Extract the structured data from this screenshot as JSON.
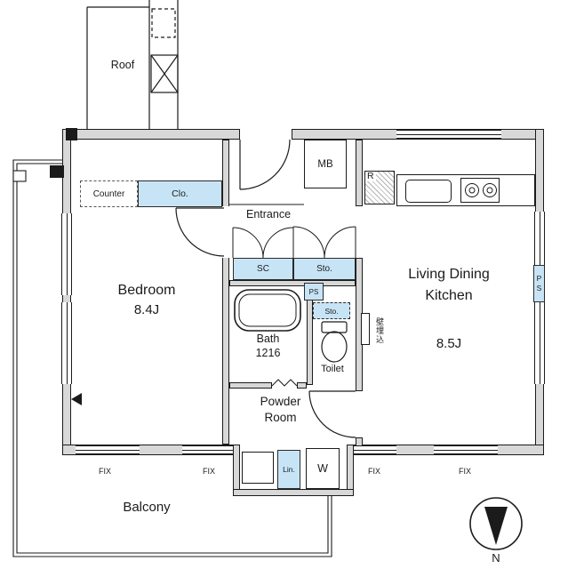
{
  "rooms": {
    "bedroom": {
      "name": "Bedroom",
      "size": "8.4J"
    },
    "ldk": {
      "line1": "Living Dining",
      "line2": "Kitchen",
      "size": "8.5J"
    },
    "bath": {
      "name": "Bath",
      "size": "1216"
    },
    "toilet": {
      "name": "Toilet"
    },
    "powder": {
      "line1": "Powder",
      "line2": "Room"
    },
    "entrance": {
      "name": "Entrance"
    },
    "balcony": {
      "name": "Balcony"
    },
    "roof": {
      "name": "Roof"
    }
  },
  "fixtures": {
    "meter_box": "MB",
    "refrigerator": "R",
    "counter": "Counter",
    "closet": "Clo.",
    "shoe_closet": "SC",
    "storage": "Sto.",
    "pipe_space": "PS",
    "storage_upper": "Sto.",
    "pipe_space_right": "PS",
    "washer": "W",
    "linen": "Lin.",
    "wall_embedded": "壁埋込"
  },
  "windows": {
    "fix_label": "FIX"
  },
  "compass": {
    "north": "N"
  },
  "colors": {
    "fixture_blue": "#c7e4f6",
    "wall_gray": "#d8d8d8",
    "line_black": "#1b1b1b"
  }
}
